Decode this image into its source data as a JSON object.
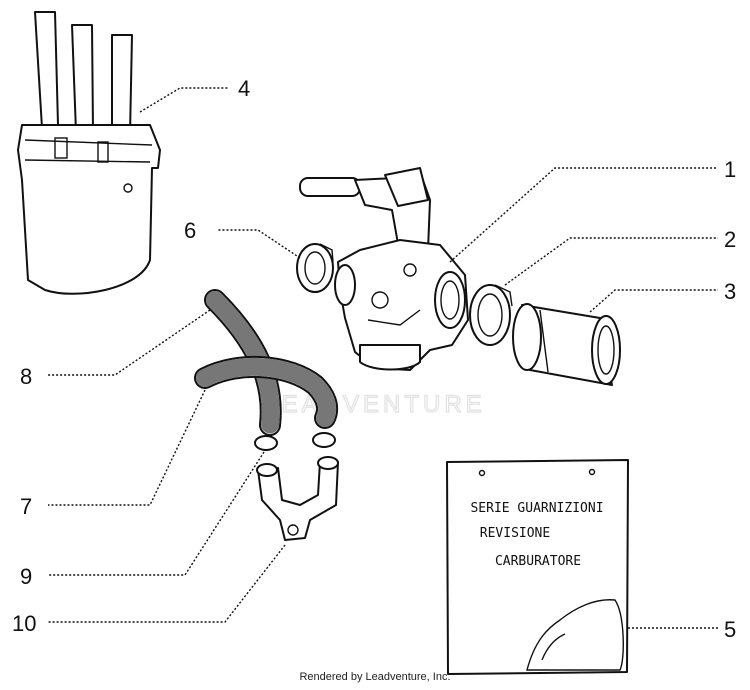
{
  "callouts": {
    "c1": "1",
    "c2": "2",
    "c3": "3",
    "c4": "4",
    "c5": "5",
    "c6": "6",
    "c7": "7",
    "c8": "8",
    "c9": "9",
    "c10": "10"
  },
  "gasket_kit": {
    "line1": "SERIE GUARNIZIONI",
    "line2": "REVISIONE",
    "line3": "CARBURATORE"
  },
  "watermark": "LEADVENTURE",
  "footer": "Rendered by Leadventure, Inc."
}
